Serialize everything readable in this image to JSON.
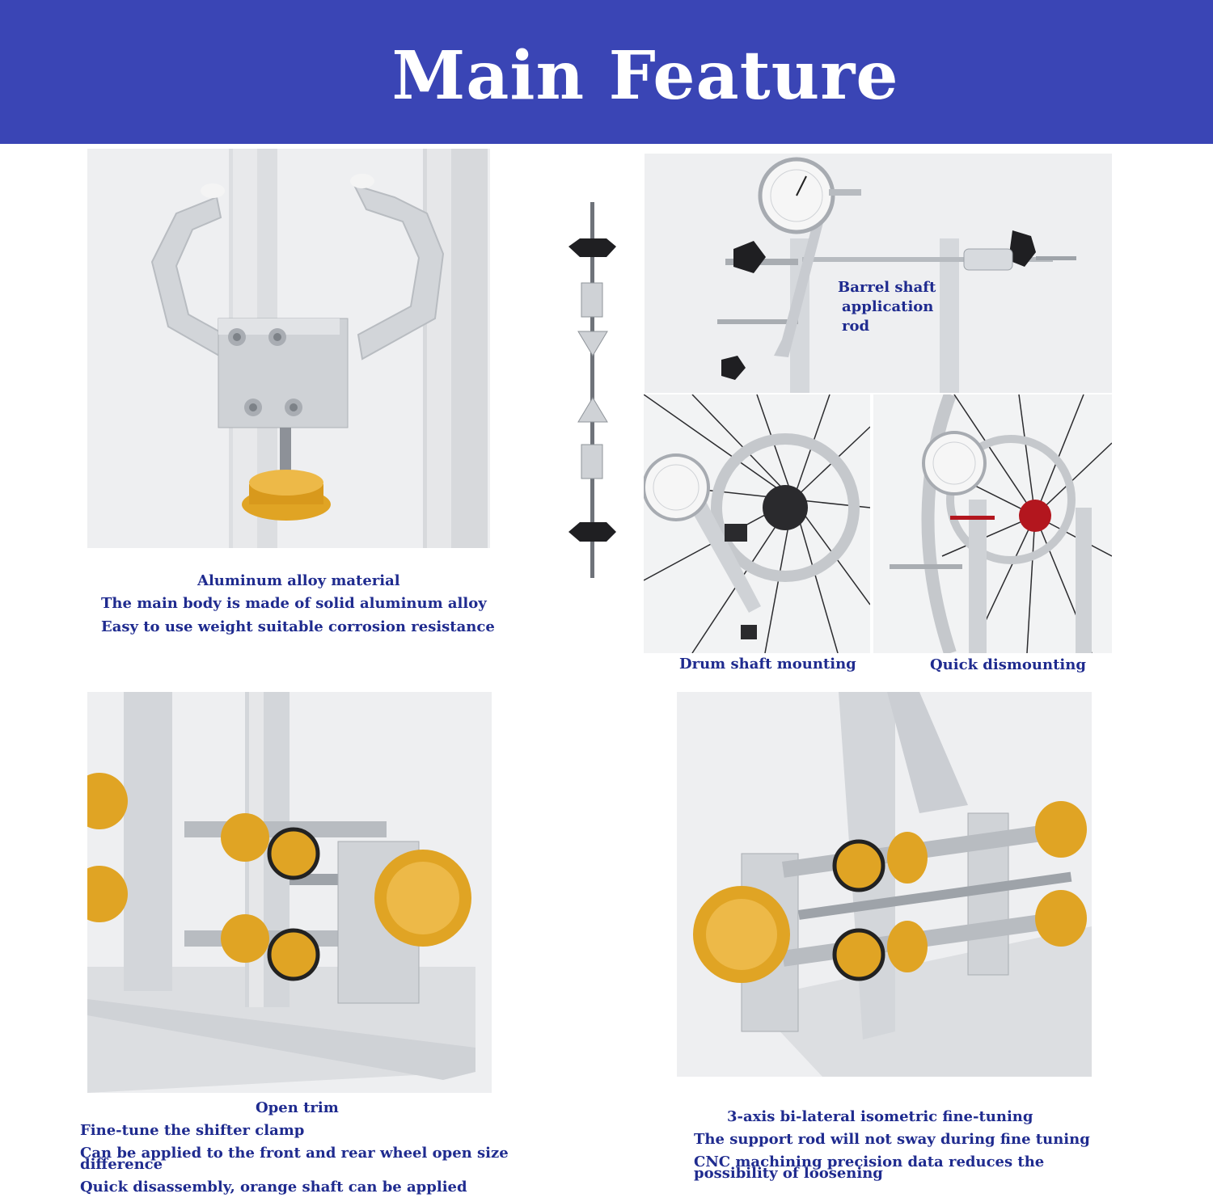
{
  "header": {
    "title": "Main Feature",
    "background_color": "#3a45b5"
  },
  "panels": {
    "top_left": {
      "caption_title": "Aluminum alloy material",
      "lines": [
        "The main body is made of solid aluminum alloy",
        "Easy to use weight suitable corrosion resistance"
      ]
    },
    "top_right": {
      "label_lines": [
        "Barrel shaft",
        "application",
        "rod"
      ],
      "sub_left": "Drum shaft mounting",
      "sub_right": "Quick dismounting"
    },
    "bottom_left": {
      "caption_title": "Open trim",
      "lines": [
        "Fine-tune the shifter clamp",
        "Can be applied to the front and rear wheel open size",
        "difference",
        "Quick disassembly, orange shaft can be applied"
      ]
    },
    "bottom_right": {
      "caption_title": "3-axis bi-lateral isometric fine-tuning",
      "lines": [
        "The support rod will not sway during fine tuning",
        "CNC machining precision data reduces the",
        "possibility of loosening"
      ]
    }
  },
  "colors": {
    "caption_text": "#1f2b8f",
    "aluminum": "#d9dbde",
    "gold": "#e0a424"
  }
}
